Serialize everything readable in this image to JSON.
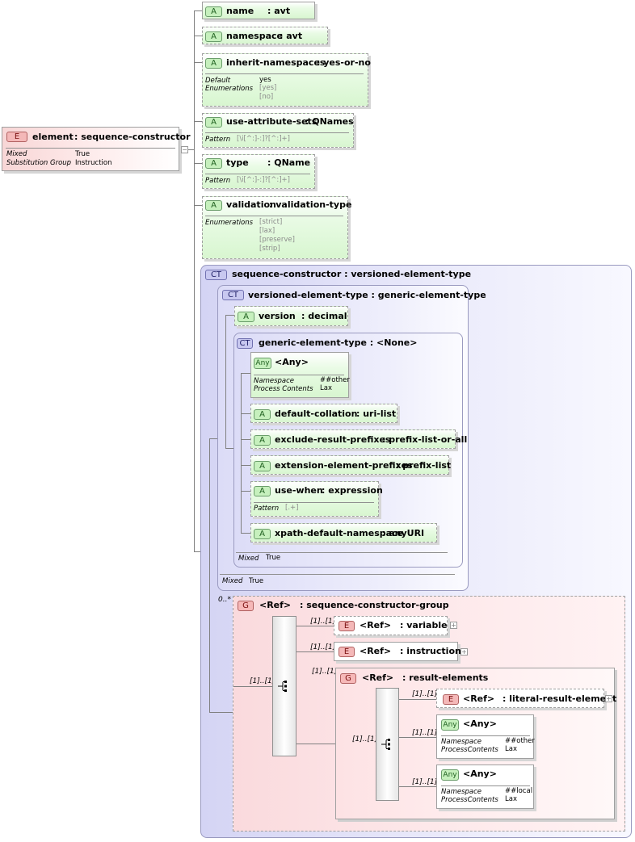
{
  "root": {
    "badge": "E",
    "name": "element",
    "type": ": sequence-constructor",
    "props": [
      {
        "label": "Mixed",
        "value": "True"
      },
      {
        "label": "Substitution Group",
        "value": "Instruction"
      }
    ],
    "collapse": "−"
  },
  "attributes": {
    "name": {
      "badge": "A",
      "name": "name",
      "type": ": avt"
    },
    "namespace": {
      "badge": "A",
      "name": "namespace",
      "type": ": avt"
    },
    "inherit_namespaces": {
      "badge": "A",
      "name": "inherit-namespaces",
      "type": ": yes-or-no",
      "default_label": "Default",
      "default_value": "yes",
      "enum_label": "Enumerations",
      "enums": [
        "[yes]",
        "[no]"
      ]
    },
    "use_attribute_sets": {
      "badge": "A",
      "name": "use-attribute-sets",
      "type": ": QNames",
      "pattern_label": "Pattern",
      "pattern": "[\\i[^:]-:]?[^:]+]"
    },
    "type": {
      "badge": "A",
      "name": "type",
      "type": ": QName",
      "pattern_label": "Pattern",
      "pattern": "[\\i[^:]-:]?[^:]+]"
    },
    "validation": {
      "badge": "A",
      "name": "validation",
      "type": ": validation-type",
      "enum_label": "Enumerations",
      "enums": [
        "[strict]",
        "[lax]",
        "[preserve]",
        "[strip]"
      ]
    }
  },
  "seq_ct": {
    "badge": "CT",
    "title": "sequence-constructor : versioned-element-type"
  },
  "ver_ct": {
    "badge": "CT",
    "title": "versioned-element-type : generic-element-type",
    "version": {
      "badge": "A",
      "name": "version",
      "type": ": decimal"
    },
    "mixed_label": "Mixed",
    "mixed_value": "True"
  },
  "gen_ct": {
    "badge": "CT",
    "title": "generic-element-type : <None>",
    "any": {
      "badge": "Any",
      "name": "<Any>",
      "props": [
        {
          "label": "Namespace",
          "value": "##other"
        },
        {
          "label": "Process Contents",
          "value": "Lax"
        }
      ]
    },
    "default_collation": {
      "badge": "A",
      "name": "default-collation",
      "type": ": uri-list"
    },
    "exclude_result_prefixes": {
      "badge": "A",
      "name": "exclude-result-prefixes",
      "type": ": prefix-list-or-all"
    },
    "extension_element_prefixes": {
      "badge": "A",
      "name": "extension-element-prefixes",
      "type": ": prefix-list"
    },
    "use_when": {
      "badge": "A",
      "name": "use-when",
      "type": ": expression",
      "pattern_label": "Pattern",
      "pattern": "[.+]"
    },
    "xpath_default_namespace": {
      "badge": "A",
      "name": "xpath-default-namespace",
      "type": ": anyURI"
    },
    "mixed_label": "Mixed",
    "mixed_value": "True"
  },
  "group": {
    "cardinality": "0..*",
    "badge": "G",
    "ref": "<Ref>",
    "type": ": sequence-constructor-group",
    "choice_card": "[1]..[1]",
    "variable": {
      "card": "[1]..[1]",
      "badge": "E",
      "ref": "<Ref>",
      "type": ": variable"
    },
    "instruction": {
      "card": "[1]..[1]",
      "badge": "E",
      "ref": "<Ref>",
      "type": ": instruction"
    },
    "result_elements": {
      "card": "[1]..[1]",
      "badge": "G",
      "ref": "<Ref>",
      "type": ": result-elements",
      "choice_card": "[1]..[1]",
      "literal": {
        "card": "[1]..[1]",
        "badge": "E",
        "ref": "<Ref>",
        "type": ": literal-result-element"
      },
      "any1": {
        "card": "[1]..[1]",
        "badge": "Any",
        "name": "<Any>",
        "props": [
          {
            "label": "Namespace",
            "value": "##other"
          },
          {
            "label": "ProcessContents",
            "value": "Lax"
          }
        ]
      },
      "any2": {
        "card": "[1]..[1]",
        "badge": "Any",
        "name": "<Any>",
        "props": [
          {
            "label": "Namespace",
            "value": "##local"
          },
          {
            "label": "ProcessContents",
            "value": "Lax"
          }
        ]
      }
    }
  },
  "expand_symbol": "+"
}
